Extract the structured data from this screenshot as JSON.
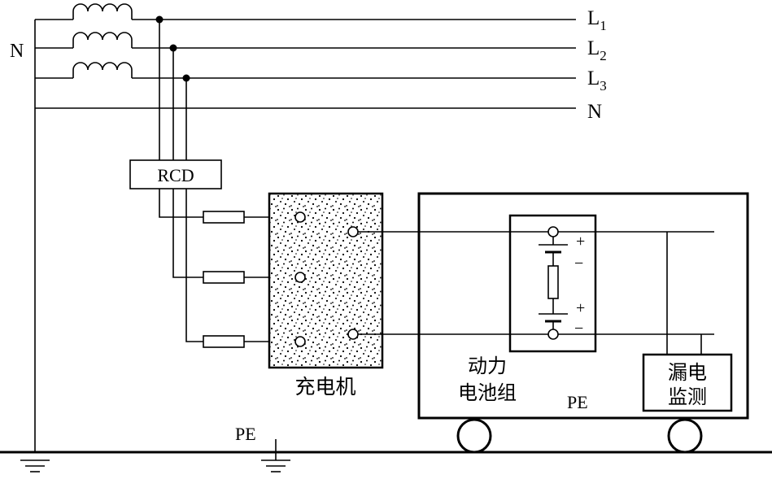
{
  "lines": {
    "l1": {
      "main": "L",
      "sub": "1"
    },
    "l2": {
      "main": "L",
      "sub": "2"
    },
    "l3": {
      "main": "L",
      "sub": "3"
    },
    "n_right": "N",
    "n_left": "N"
  },
  "rcd_label": "RCD",
  "charger_label": "充电机",
  "battery_label": {
    "line1": "动力",
    "line2": "电池组"
  },
  "leak_label": {
    "line1": "漏电",
    "line2": "监测"
  },
  "pe_vehicle": "PE",
  "pe_ground": "PE",
  "polarity": {
    "plus": "+",
    "minus": "−"
  }
}
